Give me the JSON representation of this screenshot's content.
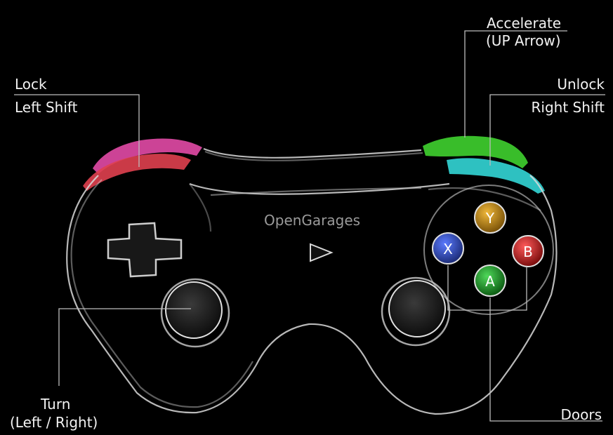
{
  "brand": "OpenGarages",
  "labels": {
    "lock": "Lock",
    "left_shift": "Left Shift",
    "accelerate": "Accelerate",
    "up_arrow": "(UP Arrow)",
    "unlock": "Unlock",
    "right_shift": "Right Shift",
    "turn": "Turn",
    "left_right": "(Left / Right)",
    "doors": "Doors"
  },
  "buttons": {
    "x": "X",
    "y": "Y",
    "a": "A",
    "b": "B"
  },
  "colors": {
    "background": "#000000",
    "left_bumper_top": "#e24aa6",
    "left_bumper_bottom": "#e0404f",
    "right_bumper_top": "#3fd12f",
    "right_bumper_bottom": "#33d6d6",
    "button_x": "#2b44a8",
    "button_y": "#b3800d",
    "button_a": "#18931f",
    "button_b": "#b81919",
    "sketch": "#d9d9d9"
  },
  "icons": [
    "dpad-icon",
    "start-arrow-icon"
  ]
}
